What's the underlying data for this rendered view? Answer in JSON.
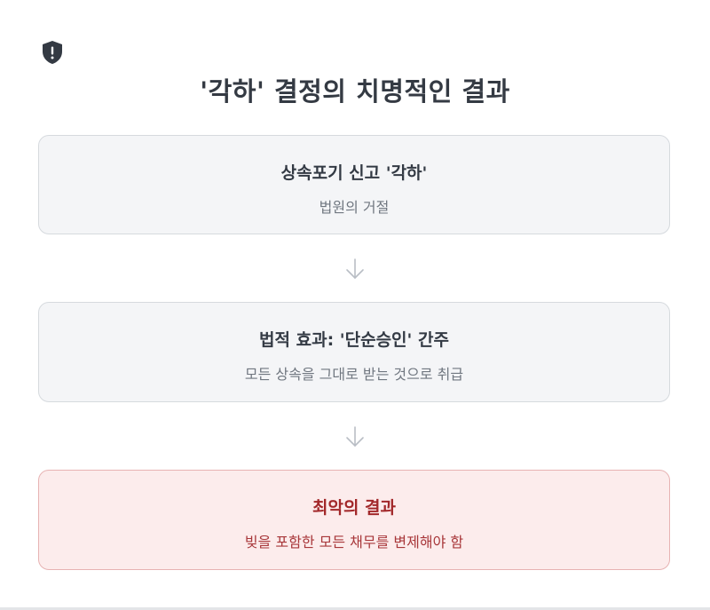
{
  "header": {
    "icon": "shield-alert-icon",
    "title": "'각하' 결정의 치명적인 결과"
  },
  "steps": [
    {
      "title": "상속포기 신고 '각하'",
      "subtitle": "법원의 거절"
    },
    {
      "title": "법적 효과: '단순승인' 간주",
      "subtitle": "모든 상속을 그대로 받는 것으로 취급"
    },
    {
      "title": "최악의 결과",
      "subtitle": "빚을 포함한 모든 채무를 변제해야 함"
    }
  ],
  "connectors": [
    "arrow-down-icon",
    "arrow-down-icon"
  ],
  "colors": {
    "neutral_box_bg": "#f4f5f7",
    "neutral_border": "#d6dade",
    "alert_box_bg": "#fcecec",
    "alert_border": "#e7b3b3",
    "alert_text": "#a2282a",
    "title_text": "#343a43",
    "icon": "#343a43"
  }
}
